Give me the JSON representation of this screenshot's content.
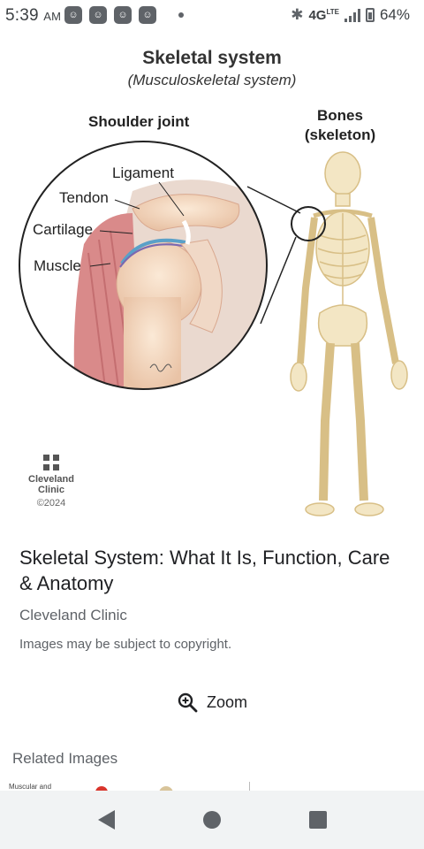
{
  "status_bar": {
    "time": "5:39",
    "ampm": "AM",
    "network": "4G",
    "network_sup": "LTE",
    "battery": "64%"
  },
  "figure": {
    "title": "Skeletal system",
    "subtitle": "(Musculoskeletal system)",
    "shoulder_heading": "Shoulder joint",
    "bones_heading_1": "Bones",
    "bones_heading_2": "(skeleton)",
    "labels": {
      "ligament": "Ligament",
      "tendon": "Tendon",
      "cartilage": "Cartilage",
      "muscle": "Muscle"
    },
    "brand_line1": "Cleveland",
    "brand_line2": "Clinic",
    "brand_year": "©2024"
  },
  "result": {
    "title": "Skeletal System: What It Is, Function, Care & Anatomy",
    "source": "Cleveland Clinic",
    "note": "Images may be subject to copyright."
  },
  "actions": {
    "zoom_label": "Zoom"
  },
  "related": {
    "heading": "Related Images",
    "thumb_text": "Muscular and"
  },
  "icons": {
    "zoom": "zoom-in-icon",
    "back": "back-triangle-icon",
    "home": "home-circle-icon",
    "recents": "recents-square-icon"
  },
  "colors": {
    "bone": "#f3e6c4",
    "muscle": "#d98a8a",
    "nav_bg": "#f1f3f4",
    "icon_gray": "#5f6368"
  }
}
